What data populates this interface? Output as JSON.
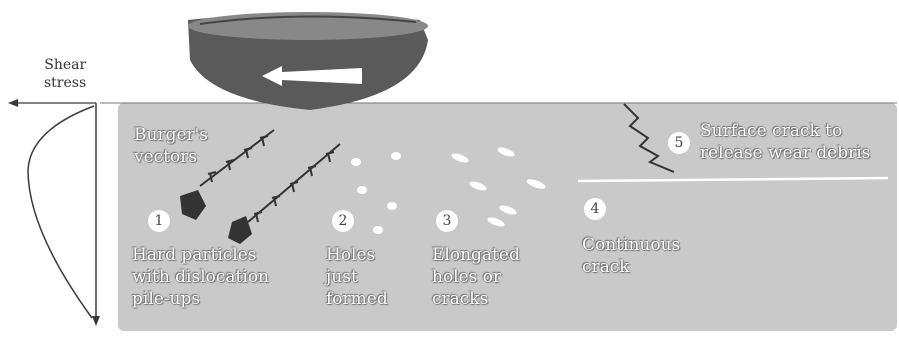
{
  "shear_label": "Shear\nstress",
  "burgers_label": "Burger's\nvectors",
  "stages": [
    {
      "number": "1",
      "text": "Hard particles\nwith dislocation\npile-ups"
    },
    {
      "number": "2",
      "text": "Holes\njust\nformed"
    },
    {
      "number": "3",
      "text": "Elongated\nholes or\ncracks"
    },
    {
      "number": "4",
      "text": "Continuous\ncrack"
    },
    {
      "number": "5",
      "text": "Surface crack to\nrelease wear debris"
    }
  ],
  "colors": {
    "substrate": "#c9c9c9",
    "slider": "#5a5a5a",
    "line": "#3a3a3a"
  }
}
